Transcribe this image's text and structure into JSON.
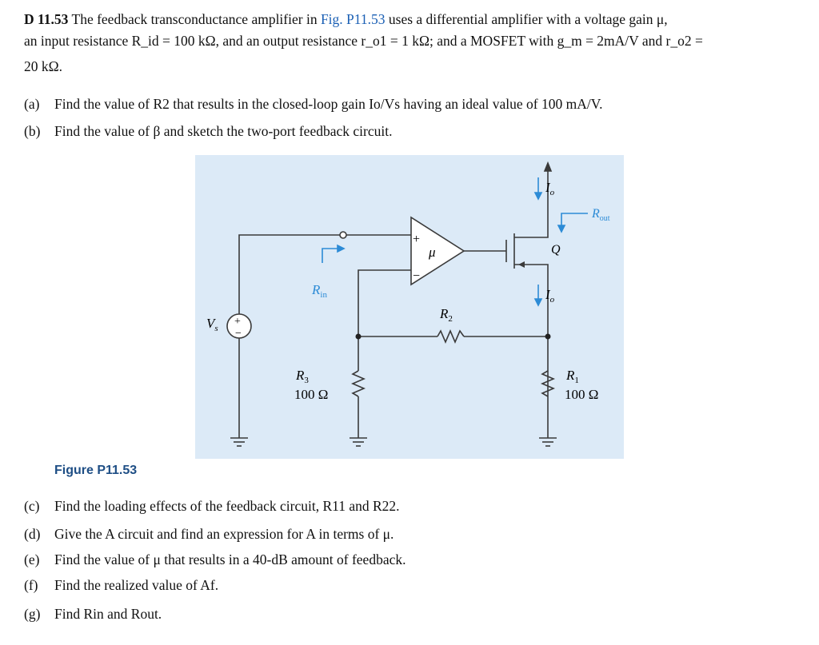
{
  "problem": {
    "number": "D 11.53",
    "lead_text": "The feedback transconductance amplifier in",
    "fig_ref": "Fig. P11.53",
    "rest_line1": "uses a differential amplifier with a voltage gain μ,",
    "line2": "an input resistance R_id = 100 kΩ, and an output resistance r_o1 = 1 kΩ; and a MOSFET with g_m = 2mA/V and r_o2 =",
    "line3": "20 kΩ."
  },
  "parts": [
    {
      "label": "(a)",
      "text": "Find the value of R2 that results in the closed-loop gain Io/Vs having an ideal value of 100 mA/V."
    },
    {
      "label": "(b)",
      "text": "Find the value of β and sketch the two-port feedback circuit."
    },
    {
      "label": "(c)",
      "text": "Find the loading effects of the feedback circuit, R11 and R22."
    },
    {
      "label": "(d)",
      "text": "Give the A circuit and find an expression for A in terms of μ."
    },
    {
      "label": "(e)",
      "text": "Find the value of μ that results in a 40-dB amount of feedback."
    },
    {
      "label": "(f)",
      "text": "Find the realized value of Af."
    },
    {
      "label": "(g)",
      "text": "Find Rin and Rout."
    }
  ],
  "figure": {
    "caption": "Figure P11.53",
    "labels": {
      "vs": "V",
      "vs_sub": "s",
      "rin": "R",
      "rin_sub": "in",
      "r2": "R",
      "r2_sub": "2",
      "r3": "R",
      "r3_sub": "3",
      "r3_val": "100 Ω",
      "r1": "R",
      "r1_sub": "1",
      "r1_val": "100 Ω",
      "mu": "μ",
      "q": "Q",
      "io_top": "I",
      "io_top_sub": "o",
      "io_bot": "I",
      "io_bot_sub": "o",
      "rout": "R",
      "rout_sub": "out",
      "plus": "+",
      "minus": "−"
    },
    "colors": {
      "background": "#dceaf7",
      "wire": "#3a3a3a",
      "arrow": "#2c8bd6",
      "caption": "#1e4e85"
    }
  }
}
